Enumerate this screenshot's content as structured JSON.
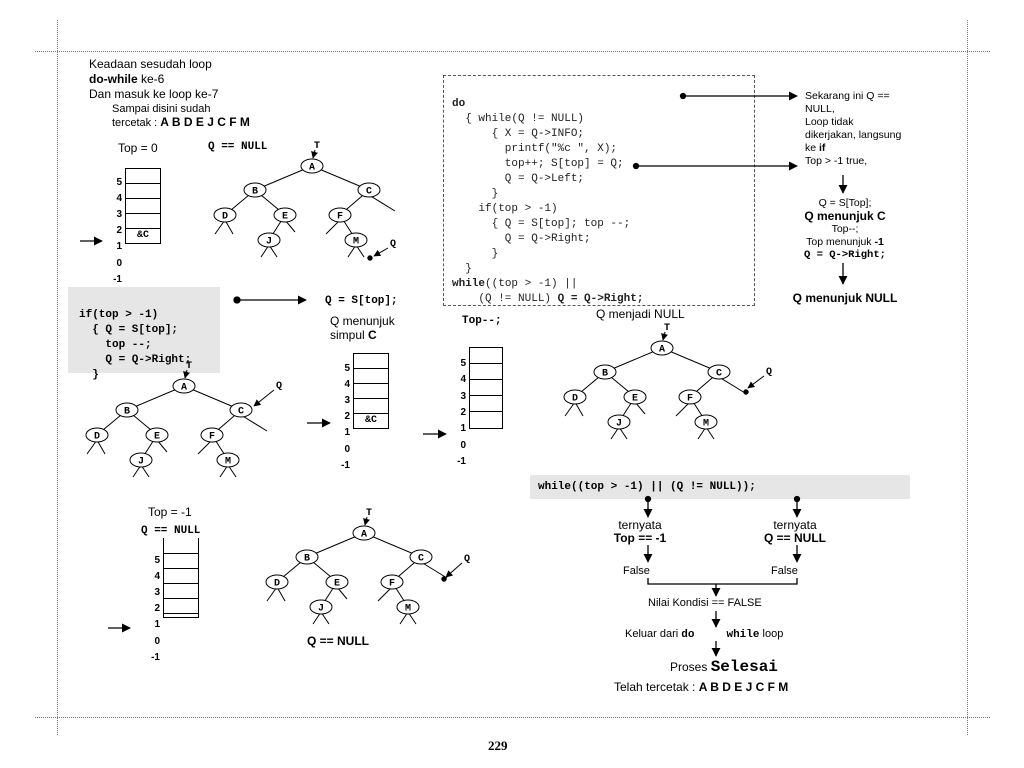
{
  "page": {
    "number": "229"
  },
  "intro": {
    "line1": "Keadaan sesudah loop",
    "line2a": "do-while",
    "line2b": " ke-6",
    "line3": "Dan masuk ke loop ke-7",
    "line4": "Sampai disini sudah",
    "line5a": "tercetak : ",
    "line5b": "A B D E J C F M"
  },
  "stack1": {
    "title": "Top = 0",
    "cell": "&C",
    "indices": [
      "5",
      "4",
      "3",
      "2",
      "1",
      "0",
      "-1"
    ]
  },
  "tree1": {
    "qnull": "Q == NULL",
    "t": "T",
    "q": "Q"
  },
  "nodes": [
    "A",
    "B",
    "C",
    "D",
    "E",
    "F",
    "J",
    "M"
  ],
  "code": {
    "l1": "do",
    "l2": "  { while(Q != NULL)",
    "l3": "      { X = Q->INFO;",
    "l4": "        printf(\"%c \", X);",
    "l5": "        top++; S[top] = Q;",
    "l6": "        Q = Q->Left;",
    "l7": "      }",
    "l8": "    if(top > -1)",
    "l9": "      { Q = S[top]; top --;",
    "l10": "        Q = Q->Right;",
    "l11": "      }",
    "l12": "  }",
    "l13a": "while",
    "l13b": "((top > -1) ||",
    "l14a": "    (Q != NULL) ",
    "l14b": "Q = Q->Right;"
  },
  "right_note": {
    "l1": "Sekarang ini Q ==",
    "l2": "NULL,",
    "l3": "Loop tidak",
    "l4": "dikerjakan, langsung",
    "l5a": "ke ",
    "l5b": "if",
    "l6": "Top > -1 true,",
    "l7": "Q = S[Top];",
    "l8": "Q menunjuk C",
    "l9": "Top--;",
    "l10a": "Top menunjuk ",
    "l10b": "-1",
    "l11": "Q = Q->Right;",
    "l12": "Q menunjuk NULL"
  },
  "if_box": {
    "l1": "if(top > -1)",
    "l2": "  { Q = S[top];",
    "l3": "    top --;",
    "l4": "    Q = Q->Right;",
    "l5": "  }"
  },
  "mid": {
    "qstop": "Q = S[top];",
    "qmenunjuk": "Q menunjuk",
    "simpul": "simpul ",
    "simpulC": "C",
    "topmm": "Top--;",
    "qmenjadi": "Q menjadi NULL"
  },
  "stack2": {
    "cell": "&C",
    "indices": [
      "5",
      "4",
      "3",
      "2",
      "1",
      "0",
      "-1"
    ]
  },
  "stack3": {
    "indices": [
      "5",
      "4",
      "3",
      "2",
      "1",
      "0",
      "-1"
    ]
  },
  "stack4": {
    "title": "Top = -1",
    "qnull": "Q == NULL",
    "indices": [
      "5",
      "4",
      "3",
      "2",
      "1",
      "0",
      "-1"
    ]
  },
  "tree4": {
    "qnull": "Q == NULL"
  },
  "flow": {
    "cond": "while((top > -1) || (Q != NULL));",
    "left1": "ternyata",
    "left2": "Top == -1",
    "right1": "ternyata",
    "right2": "Q == NULL",
    "false_l": "False",
    "false_r": "False",
    "nilai": "Nilai Kondisi == FALSE",
    "keluar_a": "Keluar dari ",
    "keluar_b": "do",
    "keluar_c": "while",
    "keluar_d": " loop",
    "proses_a": "Proses ",
    "proses_b": "Selesai",
    "telah_a": "Telah tercetak : ",
    "telah_b": "A B D E J C F M"
  }
}
